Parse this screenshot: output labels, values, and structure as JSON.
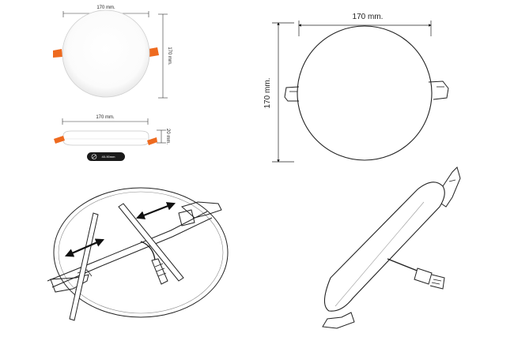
{
  "top_view": {
    "width_label": "170 mm.",
    "height_label": "170 mm."
  },
  "side_view": {
    "width_label": "170 mm.",
    "height_label": "20 mm.",
    "cutout_label": "40-90mm"
  },
  "outline_view": {
    "width_label": "170 mm.",
    "height_label": "170 mm."
  },
  "colors": {
    "line": "#222222",
    "clip_orange": "#ee6a1f",
    "panel_fill": "#ffffff",
    "shadow": "#d8d8d8",
    "badge": "#1a1a1a"
  }
}
